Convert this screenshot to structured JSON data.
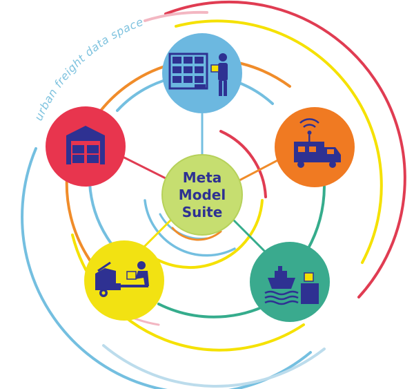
{
  "diagram": {
    "arc_label": "urban freight data space",
    "center": {
      "lines": [
        "Meta",
        "Model",
        "Suite"
      ]
    },
    "nodes": [
      {
        "id": "warehouse-shelves",
        "icon": "warehouse-shelves-worker-icon",
        "color": "#6cb8e0"
      },
      {
        "id": "iot-truck",
        "icon": "iot-delivery-truck-icon",
        "color": "#f07a22"
      },
      {
        "id": "ship-port",
        "icon": "cargo-ship-icon",
        "color": "#3aaa8e"
      },
      {
        "id": "car-delivery",
        "icon": "car-trunk-delivery-icon",
        "color": "#f2e212"
      },
      {
        "id": "depot",
        "icon": "depot-building-icon",
        "color": "#e8354e"
      }
    ],
    "colors": {
      "icon_ink": "#2e3192",
      "center_fill": "#c6de70",
      "red": "#e03c52",
      "yellow": "#f5e100",
      "orange": "#f08c2a",
      "blue": "#74bfe0",
      "teal": "#35ac8c",
      "pink": "#f3b7c2"
    }
  }
}
